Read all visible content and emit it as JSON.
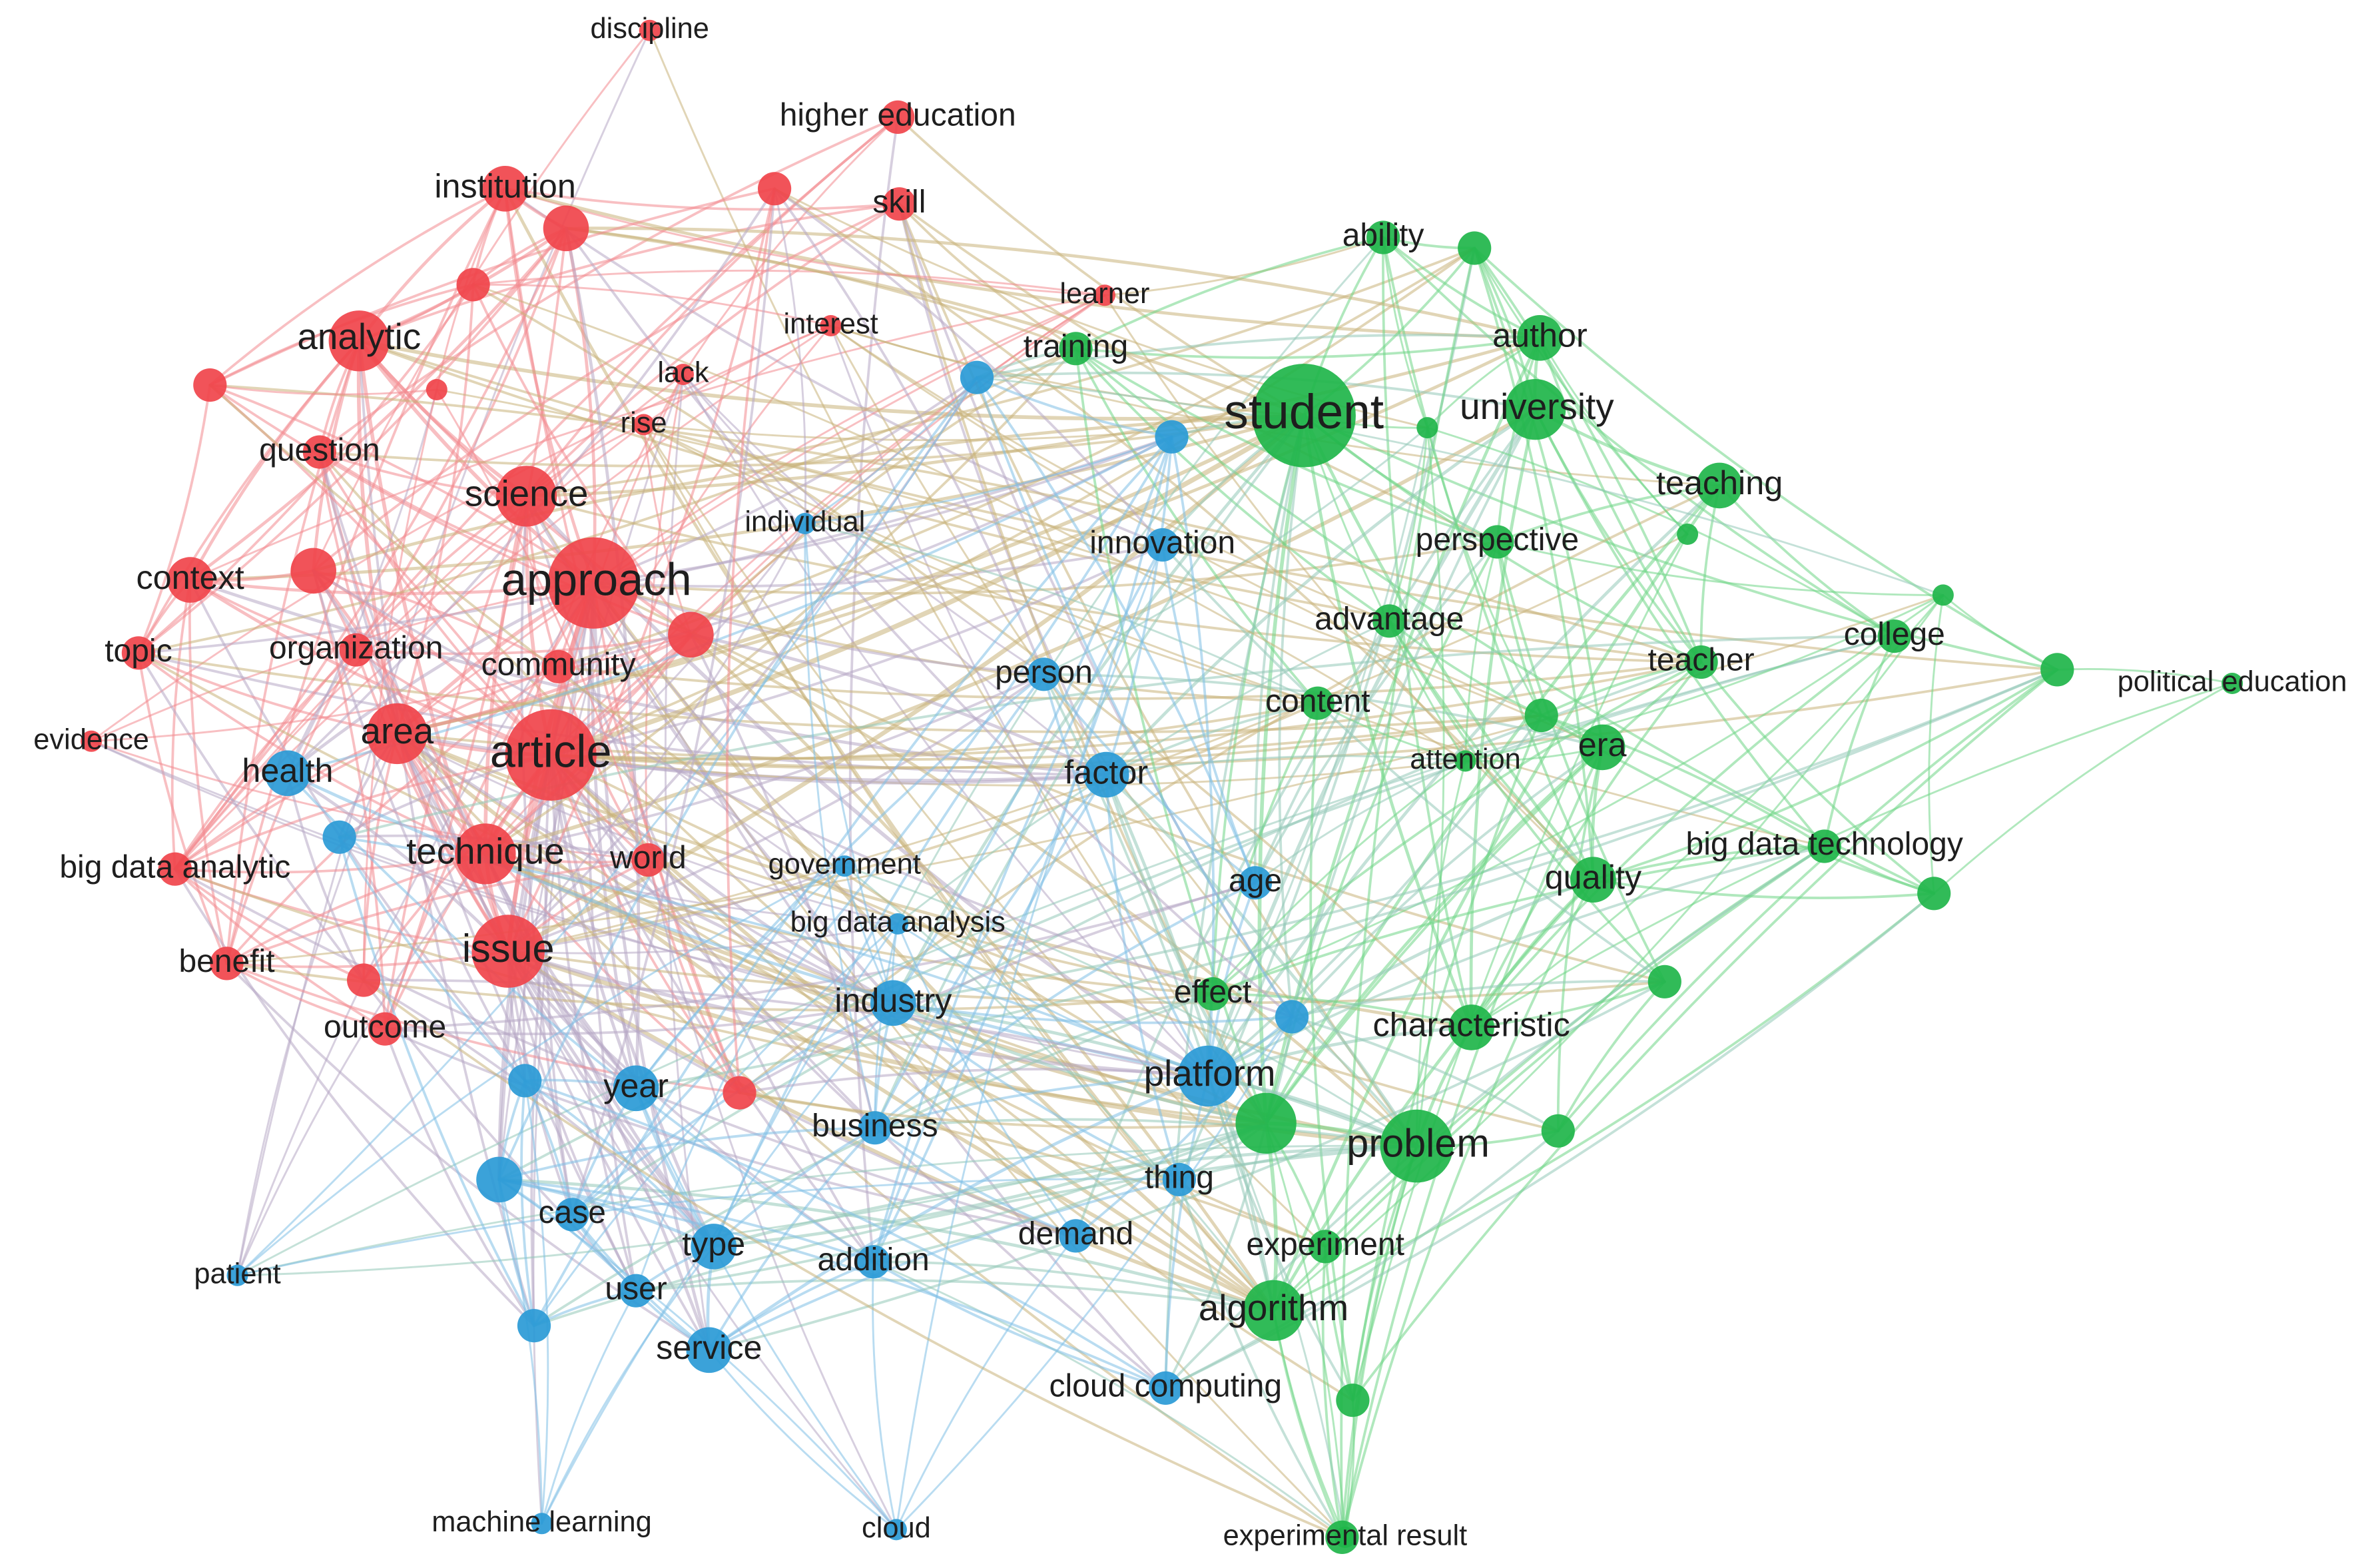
{
  "clusters": {
    "red": {
      "color": "#f0444b",
      "edge_color": "#f28b8f"
    },
    "green": {
      "color": "#1fb54a",
      "edge_color": "#6fd587"
    },
    "blue": {
      "color": "#2a9ad6",
      "edge_color": "#7fbfe6"
    }
  },
  "nodes": [
    {
      "id": "discipline",
      "label": "discipline",
      "cluster": "red",
      "weight": 1
    },
    {
      "id": "higher-education",
      "label": "higher education",
      "cluster": "red",
      "weight": 2
    },
    {
      "id": "institution",
      "label": "institution",
      "cluster": "red",
      "weight": 3
    },
    {
      "id": "skill",
      "label": "skill",
      "cluster": "red",
      "weight": 2
    },
    {
      "id": "learner",
      "label": "learner",
      "cluster": "red",
      "weight": 1
    },
    {
      "id": "interest",
      "label": "interest",
      "cluster": "red",
      "weight": 1
    },
    {
      "id": "analytic",
      "label": "analytic",
      "cluster": "red",
      "weight": 4
    },
    {
      "id": "lack",
      "label": "lack",
      "cluster": "red",
      "weight": 1
    },
    {
      "id": "rise",
      "label": "rise",
      "cluster": "red",
      "weight": 1
    },
    {
      "id": "question",
      "label": "question",
      "cluster": "red",
      "weight": 2
    },
    {
      "id": "science",
      "label": "science",
      "cluster": "red",
      "weight": 4
    },
    {
      "id": "context",
      "label": "context",
      "cluster": "red",
      "weight": 3
    },
    {
      "id": "approach",
      "label": "approach",
      "cluster": "red",
      "weight": 6
    },
    {
      "id": "topic",
      "label": "topic",
      "cluster": "red",
      "weight": 2
    },
    {
      "id": "organization",
      "label": "organization",
      "cluster": "red",
      "weight": 2
    },
    {
      "id": "community",
      "label": "community",
      "cluster": "red",
      "weight": 2
    },
    {
      "id": "evidence",
      "label": "evidence",
      "cluster": "red",
      "weight": 1
    },
    {
      "id": "area",
      "label": "area",
      "cluster": "red",
      "weight": 4
    },
    {
      "id": "article",
      "label": "article",
      "cluster": "red",
      "weight": 6
    },
    {
      "id": "big-data-analytic",
      "label": "big data analytic",
      "cluster": "red",
      "weight": 2
    },
    {
      "id": "technique",
      "label": "technique",
      "cluster": "red",
      "weight": 4
    },
    {
      "id": "world",
      "label": "world",
      "cluster": "red",
      "weight": 2
    },
    {
      "id": "benefit",
      "label": "benefit",
      "cluster": "red",
      "weight": 2
    },
    {
      "id": "issue",
      "label": "issue",
      "cluster": "red",
      "weight": 5
    },
    {
      "id": "outcome",
      "label": "outcome",
      "cluster": "red",
      "weight": 2
    },
    {
      "id": "ability",
      "label": "ability",
      "cluster": "green",
      "weight": 2
    },
    {
      "id": "training",
      "label": "training",
      "cluster": "green",
      "weight": 2
    },
    {
      "id": "author",
      "label": "author",
      "cluster": "green",
      "weight": 3
    },
    {
      "id": "student",
      "label": "student",
      "cluster": "green",
      "weight": 7
    },
    {
      "id": "university",
      "label": "university",
      "cluster": "green",
      "weight": 4
    },
    {
      "id": "teaching",
      "label": "teaching",
      "cluster": "green",
      "weight": 3
    },
    {
      "id": "perspective",
      "label": "perspective",
      "cluster": "green",
      "weight": 2
    },
    {
      "id": "advantage",
      "label": "advantage",
      "cluster": "green",
      "weight": 2
    },
    {
      "id": "college",
      "label": "college",
      "cluster": "green",
      "weight": 2
    },
    {
      "id": "political-education",
      "label": "political education",
      "cluster": "green",
      "weight": 1
    },
    {
      "id": "teacher",
      "label": "teacher",
      "cluster": "green",
      "weight": 2
    },
    {
      "id": "content",
      "label": "content",
      "cluster": "green",
      "weight": 2
    },
    {
      "id": "attention",
      "label": "attention",
      "cluster": "green",
      "weight": 1
    },
    {
      "id": "era",
      "label": "era",
      "cluster": "green",
      "weight": 3
    },
    {
      "id": "big-data-technology",
      "label": "big data technology",
      "cluster": "green",
      "weight": 2
    },
    {
      "id": "quality",
      "label": "quality",
      "cluster": "green",
      "weight": 3
    },
    {
      "id": "characteristic",
      "label": "characteristic",
      "cluster": "green",
      "weight": 3
    },
    {
      "id": "effect",
      "label": "effect",
      "cluster": "green",
      "weight": 2
    },
    {
      "id": "problem",
      "label": "problem",
      "cluster": "green",
      "weight": 5
    },
    {
      "id": "experiment",
      "label": "experiment",
      "cluster": "green",
      "weight": 2
    },
    {
      "id": "algorithm",
      "label": "algorithm",
      "cluster": "green",
      "weight": 4
    },
    {
      "id": "experimental-result",
      "label": "experimental result",
      "cluster": "green",
      "weight": 1
    },
    {
      "id": "individual",
      "label": "individual",
      "cluster": "blue",
      "weight": 1
    },
    {
      "id": "innovation",
      "label": "innovation",
      "cluster": "blue",
      "weight": 2
    },
    {
      "id": "person",
      "label": "person",
      "cluster": "blue",
      "weight": 2
    },
    {
      "id": "factor",
      "label": "factor",
      "cluster": "blue",
      "weight": 3
    },
    {
      "id": "health",
      "label": "health",
      "cluster": "blue",
      "weight": 3
    },
    {
      "id": "government",
      "label": "government",
      "cluster": "blue",
      "weight": 1
    },
    {
      "id": "big-data-analysis",
      "label": "big data analysis",
      "cluster": "blue",
      "weight": 1
    },
    {
      "id": "age",
      "label": "age",
      "cluster": "blue",
      "weight": 2
    },
    {
      "id": "industry",
      "label": "industry",
      "cluster": "blue",
      "weight": 3
    },
    {
      "id": "platform",
      "label": "platform",
      "cluster": "blue",
      "weight": 4
    },
    {
      "id": "year",
      "label": "year",
      "cluster": "blue",
      "weight": 3
    },
    {
      "id": "business",
      "label": "business",
      "cluster": "blue",
      "weight": 2
    },
    {
      "id": "thing",
      "label": "thing",
      "cluster": "blue",
      "weight": 2
    },
    {
      "id": "case",
      "label": "case",
      "cluster": "blue",
      "weight": 2
    },
    {
      "id": "type",
      "label": "type",
      "cluster": "blue",
      "weight": 3
    },
    {
      "id": "addition",
      "label": "addition",
      "cluster": "blue",
      "weight": 2
    },
    {
      "id": "demand",
      "label": "demand",
      "cluster": "blue",
      "weight": 2
    },
    {
      "id": "patient",
      "label": "patient",
      "cluster": "blue",
      "weight": 1
    },
    {
      "id": "user",
      "label": "user",
      "cluster": "blue",
      "weight": 2
    },
    {
      "id": "service",
      "label": "service",
      "cluster": "blue",
      "weight": 3
    },
    {
      "id": "cloud-computing",
      "label": "cloud computing",
      "cluster": "blue",
      "weight": 2
    },
    {
      "id": "machine-learning",
      "label": "machine learning",
      "cluster": "blue",
      "weight": 1
    },
    {
      "id": "cloud",
      "label": "cloud",
      "cluster": "blue",
      "weight": 1
    },
    {
      "id": "r-u1",
      "label": "",
      "cluster": "red",
      "weight": 2
    },
    {
      "id": "r-u2",
      "label": "",
      "cluster": "red",
      "weight": 3
    },
    {
      "id": "r-u3",
      "label": "",
      "cluster": "red",
      "weight": 2
    },
    {
      "id": "r-u4",
      "label": "",
      "cluster": "red",
      "weight": 2
    },
    {
      "id": "r-u5",
      "label": "",
      "cluster": "red",
      "weight": 1
    },
    {
      "id": "r-u6",
      "label": "",
      "cluster": "red",
      "weight": 3
    },
    {
      "id": "r-u7",
      "label": "",
      "cluster": "red",
      "weight": 3
    },
    {
      "id": "r-u8",
      "label": "",
      "cluster": "red",
      "weight": 2
    },
    {
      "id": "r-u9",
      "label": "",
      "cluster": "red",
      "weight": 2
    },
    {
      "id": "g-u1",
      "label": "",
      "cluster": "green",
      "weight": 2
    },
    {
      "id": "g-u2",
      "label": "",
      "cluster": "green",
      "weight": 1
    },
    {
      "id": "g-u3",
      "label": "",
      "cluster": "green",
      "weight": 1
    },
    {
      "id": "g-u4",
      "label": "",
      "cluster": "green",
      "weight": 1
    },
    {
      "id": "g-u5",
      "label": "",
      "cluster": "green",
      "weight": 2
    },
    {
      "id": "g-u6",
      "label": "",
      "cluster": "green",
      "weight": 2
    },
    {
      "id": "g-u7",
      "label": "",
      "cluster": "green",
      "weight": 2
    },
    {
      "id": "g-u8",
      "label": "",
      "cluster": "green",
      "weight": 2
    },
    {
      "id": "g-u9",
      "label": "",
      "cluster": "green",
      "weight": 4
    },
    {
      "id": "g-u10",
      "label": "",
      "cluster": "green",
      "weight": 2
    },
    {
      "id": "g-u11",
      "label": "",
      "cluster": "green",
      "weight": 2
    },
    {
      "id": "g-u12",
      "label": "",
      "cluster": "green",
      "weight": 2
    },
    {
      "id": "b-u1",
      "label": "",
      "cluster": "blue",
      "weight": 2
    },
    {
      "id": "b-u2",
      "label": "",
      "cluster": "blue",
      "weight": 2
    },
    {
      "id": "b-u3",
      "label": "",
      "cluster": "blue",
      "weight": 2
    },
    {
      "id": "b-u4",
      "label": "",
      "cluster": "blue",
      "weight": 2
    },
    {
      "id": "b-u5",
      "label": "",
      "cluster": "blue",
      "weight": 2
    },
    {
      "id": "b-u6",
      "label": "",
      "cluster": "blue",
      "weight": 3
    },
    {
      "id": "b-u7",
      "label": "",
      "cluster": "blue",
      "weight": 2
    }
  ]
}
